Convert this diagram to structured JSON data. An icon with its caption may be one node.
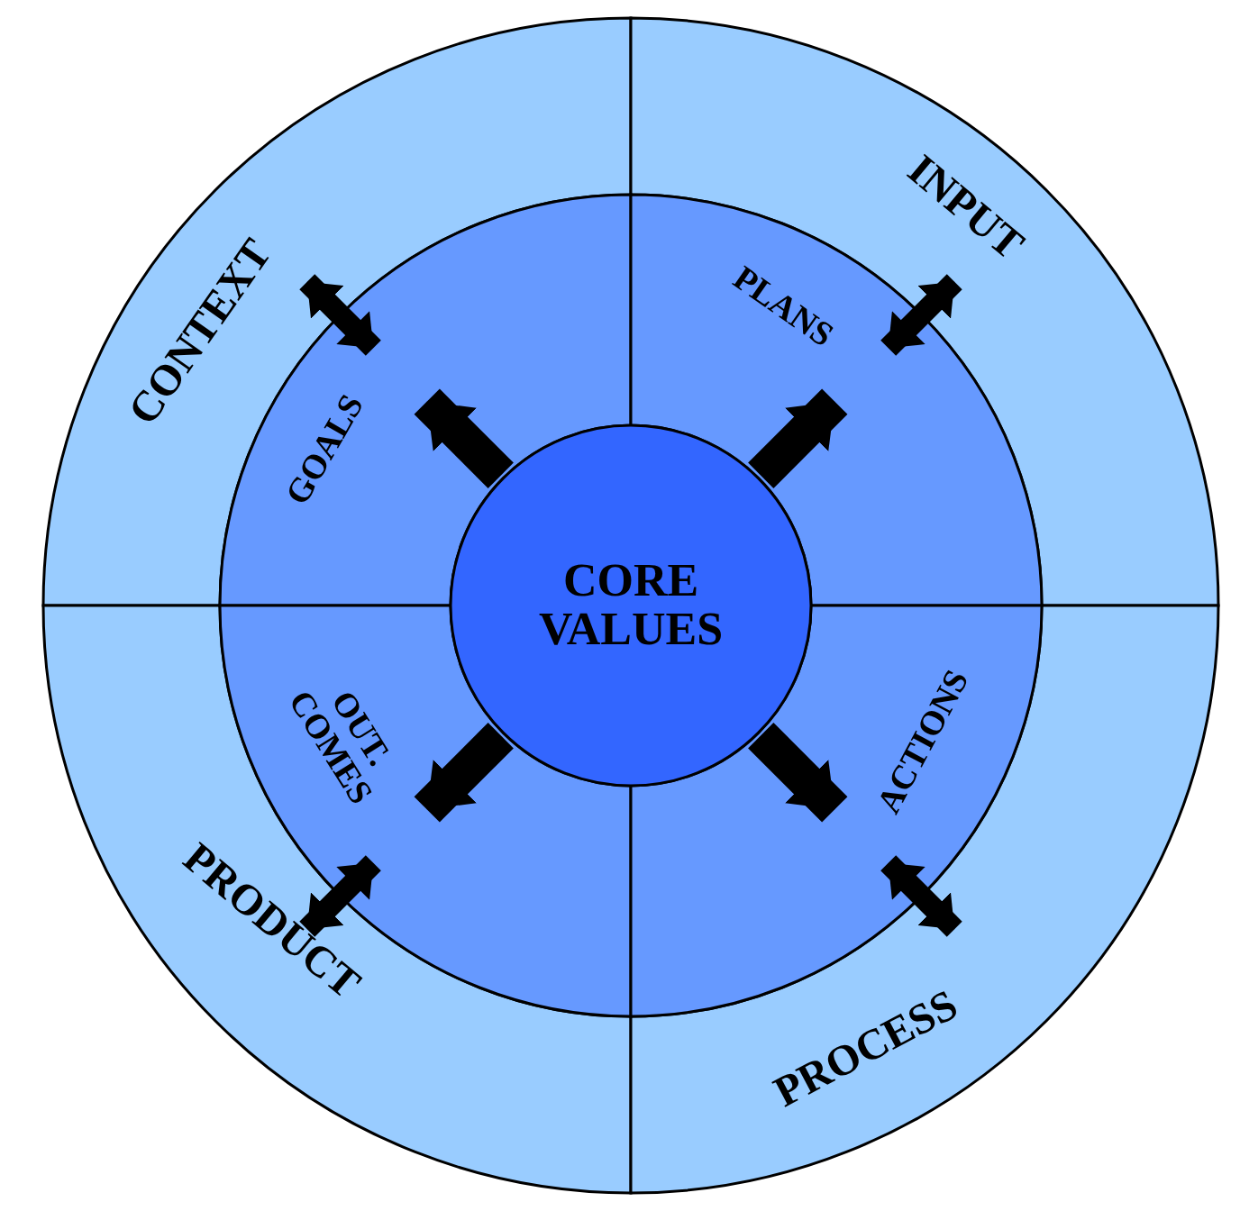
{
  "diagram": {
    "nodes": [
      {
        "text": [
          "CONTEXT"
        ]
      },
      {
        "text": [
          "INPUT"
        ]
      },
      {
        "text": [
          "GOALS"
        ]
      },
      {
        "text": [
          "PLANS"
        ]
      },
      {
        "text": [
          "CORE VALUES"
        ]
      },
      {
        "text": [
          "OUT. COMES"
        ]
      },
      {
        "text": [
          "ACTIONS"
        ]
      },
      {
        "text": [
          "PRODUCT"
        ]
      },
      {
        "text": [
          "PROCESS"
        ]
      }
    ],
    "edges": [
      {
        "from": 4,
        "to": 2,
        "arrow": "to"
      },
      {
        "from": 4,
        "to": 3,
        "arrow": "to"
      },
      {
        "from": 4,
        "to": 5,
        "arrow": "to"
      },
      {
        "from": 4,
        "to": 6,
        "arrow": "to"
      },
      {
        "from": 2,
        "to": 0,
        "arrow": "both"
      },
      {
        "from": 3,
        "to": 1,
        "arrow": "both"
      },
      {
        "from": 5,
        "to": 7,
        "arrow": "both"
      },
      {
        "from": 6,
        "to": 8,
        "arrow": "both"
      }
    ]
  }
}
